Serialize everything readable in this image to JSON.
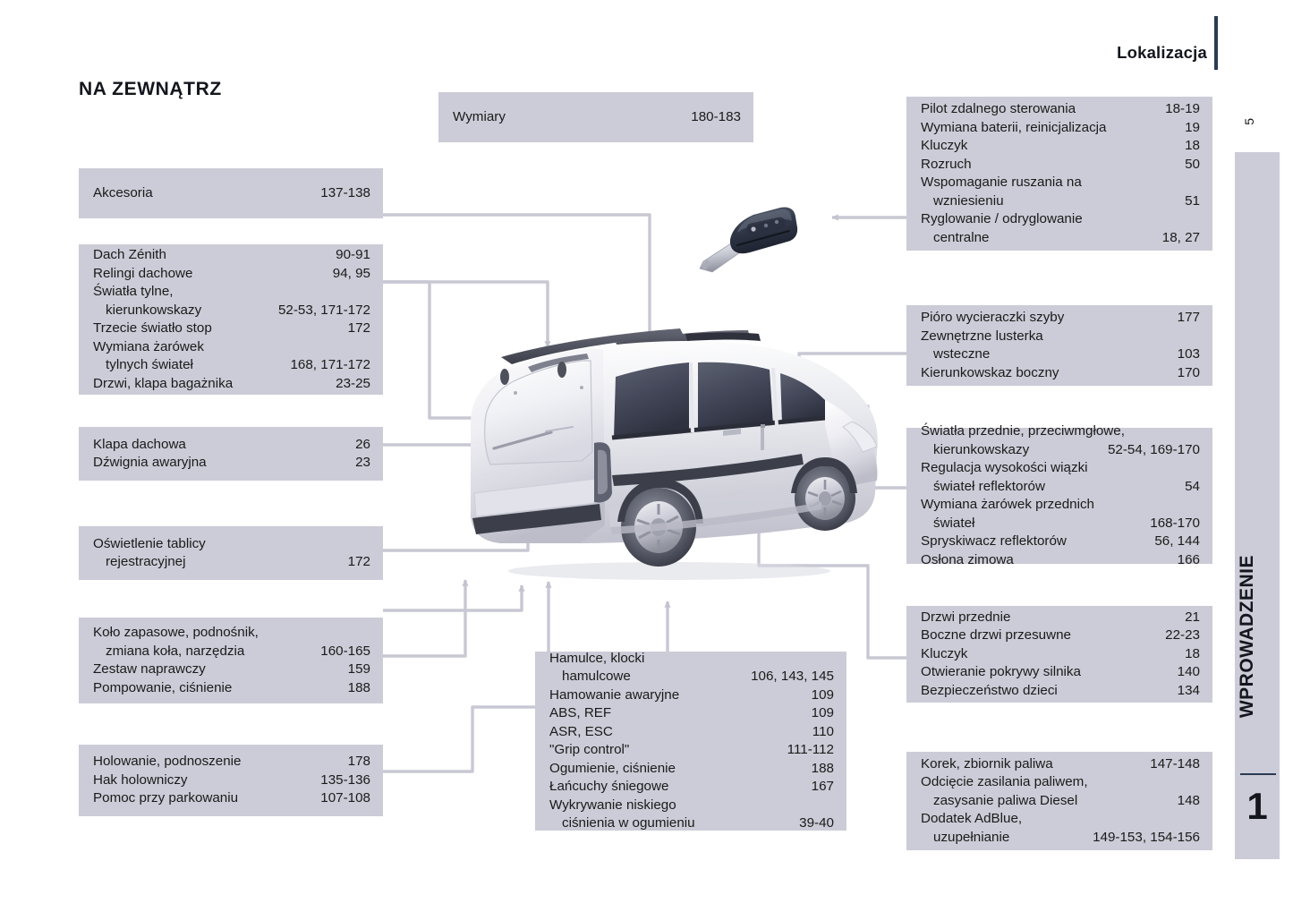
{
  "header": {
    "title": "Lokalizacja",
    "page_number": "5"
  },
  "side_tab": {
    "label": "WPROWADZENIE",
    "number": "1"
  },
  "section": {
    "heading": "NA ZEWNĄTRZ"
  },
  "colors": {
    "box_fill": "#ccccd8",
    "wire": "#c8c8d4",
    "rule": "#2b3a52",
    "text": "#14161d"
  },
  "boxes": [
    {
      "id": "wymiary",
      "name": "callout-wymiary",
      "rows": [
        {
          "label": "Wymiary",
          "pages": "180-183",
          "indent": false
        }
      ]
    },
    {
      "id": "akcesoria",
      "name": "callout-akcesoria",
      "rows": [
        {
          "label": "Akcesoria",
          "pages": "137-138",
          "indent": false
        }
      ]
    },
    {
      "id": "dach",
      "name": "callout-dach-oswietlenie-tylne",
      "rows": [
        {
          "label": "Dach Zénith",
          "pages": "90-91",
          "indent": false
        },
        {
          "label": "Relingi dachowe",
          "pages": "94, 95",
          "indent": false
        },
        {
          "label": "Światła tylne,",
          "pages": "",
          "indent": false,
          "no_page": true
        },
        {
          "label": "kierunkowskazy",
          "pages": "52-53, 171-172",
          "indent": true
        },
        {
          "label": "Trzecie światło stop",
          "pages": "172",
          "indent": false
        },
        {
          "label": "Wymiana żarówek",
          "pages": "",
          "indent": false,
          "no_page": true
        },
        {
          "label": "tylnych świateł",
          "pages": "168, 171-172",
          "indent": true
        },
        {
          "label": "Drzwi, klapa bagażnika",
          "pages": "23-25",
          "indent": false
        }
      ]
    },
    {
      "id": "klapa",
      "name": "callout-klapa-dachowa",
      "rows": [
        {
          "label": "Klapa dachowa",
          "pages": "26",
          "indent": false
        },
        {
          "label": "Dźwignia awaryjna",
          "pages": "23",
          "indent": false
        }
      ]
    },
    {
      "id": "tablica",
      "name": "callout-oswietlenie-tablicy",
      "rows": [
        {
          "label": "Oświetlenie tablicy",
          "pages": "",
          "indent": false,
          "no_page": true
        },
        {
          "label": "rejestracyjnej",
          "pages": "172",
          "indent": true
        }
      ]
    },
    {
      "id": "kolo",
      "name": "callout-kolo-zapasowe",
      "rows": [
        {
          "label": "Koło zapasowe, podnośnik,",
          "pages": "",
          "indent": false,
          "no_page": true
        },
        {
          "label": "zmiana koła, narzędzia",
          "pages": "160-165",
          "indent": true
        },
        {
          "label": "Zestaw naprawczy",
          "pages": "159",
          "indent": false
        },
        {
          "label": "Pompowanie, ciśnienie",
          "pages": "188",
          "indent": false
        }
      ]
    },
    {
      "id": "holowanie",
      "name": "callout-holowanie",
      "rows": [
        {
          "label": "Holowanie, podnoszenie",
          "pages": "178",
          "indent": false
        },
        {
          "label": "Hak holowniczy",
          "pages": "135-136",
          "indent": false
        },
        {
          "label": "Pomoc przy parkowaniu",
          "pages": "107-108",
          "indent": false
        }
      ]
    },
    {
      "id": "hamulce",
      "name": "callout-hamulce",
      "rows": [
        {
          "label": "Hamulce, klocki",
          "pages": "",
          "indent": false,
          "no_page": true
        },
        {
          "label": "hamulcowe",
          "pages": "106, 143, 145",
          "indent": true
        },
        {
          "label": "Hamowanie awaryjne",
          "pages": "109",
          "indent": false
        },
        {
          "label": "ABS, REF",
          "pages": "109",
          "indent": false
        },
        {
          "label": "ASR, ESC",
          "pages": "110",
          "indent": false
        },
        {
          "label": "\"Grip control\"",
          "pages": "111-112",
          "indent": false
        },
        {
          "label": "Ogumienie, ciśnienie",
          "pages": "188",
          "indent": false
        },
        {
          "label": "Łańcuchy śniegowe",
          "pages": "167",
          "indent": false
        },
        {
          "label": "Wykrywanie niskiego",
          "pages": "",
          "indent": false,
          "no_page": true
        },
        {
          "label": "ciśnienia w ogumieniu",
          "pages": "39-40",
          "indent": true
        }
      ]
    },
    {
      "id": "pilot",
      "name": "callout-pilot-zdalnego-sterowania",
      "rows": [
        {
          "label": "Pilot zdalnego sterowania",
          "pages": "18-19",
          "indent": false
        },
        {
          "label": "Wymiana baterii, reinicjalizacja",
          "pages": "19",
          "indent": false
        },
        {
          "label": "Kluczyk",
          "pages": "18",
          "indent": false
        },
        {
          "label": "Rozruch",
          "pages": "50",
          "indent": false
        },
        {
          "label": "Wspomaganie ruszania na",
          "pages": "",
          "indent": false,
          "no_page": true
        },
        {
          "label": "wzniesieniu",
          "pages": "51",
          "indent": true
        },
        {
          "label": "Ryglowanie / odryglowanie",
          "pages": "",
          "indent": false,
          "no_page": true
        },
        {
          "label": "centralne",
          "pages": "18, 27",
          "indent": true
        }
      ]
    },
    {
      "id": "pioro",
      "name": "callout-pioro-wycieraczki",
      "rows": [
        {
          "label": "Pióro wycieraczki szyby",
          "pages": "177",
          "indent": false
        },
        {
          "label": "Zewnętrzne lusterka",
          "pages": "",
          "indent": false,
          "no_page": true
        },
        {
          "label": "wsteczne",
          "pages": "103",
          "indent": true
        },
        {
          "label": "Kierunkowskaz boczny",
          "pages": "170",
          "indent": false
        }
      ]
    },
    {
      "id": "swiatla-przednie",
      "name": "callout-swiatla-przednie",
      "rows": [
        {
          "label": "Światła przednie, przeciwmgłowe,",
          "pages": "",
          "indent": false,
          "no_page": true
        },
        {
          "label": "kierunkowskazy",
          "pages": "52-54, 169-170",
          "indent": true
        },
        {
          "label": "Regulacja wysokości wiązki",
          "pages": "",
          "indent": false,
          "no_page": true
        },
        {
          "label": "świateł reflektorów",
          "pages": "54",
          "indent": true
        },
        {
          "label": "Wymiana żarówek przednich",
          "pages": "",
          "indent": false,
          "no_page": true
        },
        {
          "label": "świateł",
          "pages": "168-170",
          "indent": true
        },
        {
          "label": "Spryskiwacz reflektorów",
          "pages": "56, 144",
          "indent": false
        },
        {
          "label": "Osłona zimowa",
          "pages": "166",
          "indent": false
        }
      ]
    },
    {
      "id": "drzwi",
      "name": "callout-drzwi",
      "rows": [
        {
          "label": "Drzwi przednie",
          "pages": "21",
          "indent": false
        },
        {
          "label": "Boczne drzwi przesuwne",
          "pages": "22-23",
          "indent": false
        },
        {
          "label": "Kluczyk",
          "pages": "18",
          "indent": false
        },
        {
          "label": "Otwieranie pokrywy silnika",
          "pages": "140",
          "indent": false
        },
        {
          "label": "Bezpieczeństwo dzieci",
          "pages": "134",
          "indent": false
        }
      ]
    },
    {
      "id": "korek",
      "name": "callout-korek-paliwa",
      "rows": [
        {
          "label": "Korek, zbiornik paliwa",
          "pages": "147-148",
          "indent": false
        },
        {
          "label": "Odcięcie zasilania paliwem,",
          "pages": "",
          "indent": false,
          "no_page": true
        },
        {
          "label": "zasysanie paliwa Diesel",
          "pages": "148",
          "indent": true
        },
        {
          "label": "Dodatek AdBlue,",
          "pages": "",
          "indent": false,
          "no_page": true
        },
        {
          "label": "uzupełnianie",
          "pages": "149-153, 154-156",
          "indent": true
        }
      ]
    }
  ],
  "illustration": {
    "vehicle_name": "rear-three-quarter-van-illustration",
    "key_name": "remote-key-fob-illustration"
  }
}
